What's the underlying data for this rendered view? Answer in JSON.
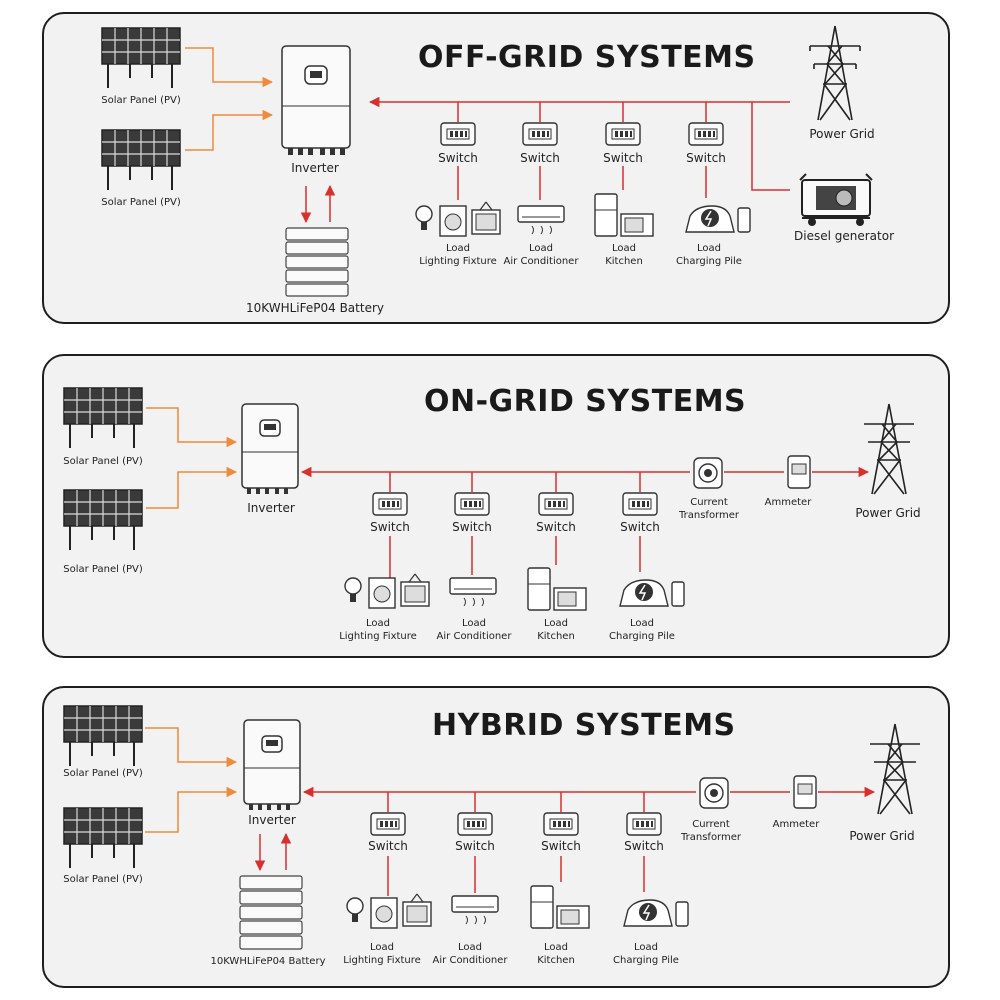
{
  "off_grid": {
    "title": "OFF-GRID SYSTEMS",
    "solar_panel_1": "Solar Panel (PV)",
    "solar_panel_2": "Solar Panel (PV)",
    "inverter": "Inverter",
    "battery": "10KWHLiFeP04 Battery",
    "power_grid": "Power Grid",
    "diesel_generator": "Diesel generator",
    "switches": [
      "Switch",
      "Switch",
      "Switch",
      "Switch"
    ],
    "loads": [
      {
        "title": "Load",
        "name": "Lighting Fixture"
      },
      {
        "title": "Load",
        "name": "Air Conditioner"
      },
      {
        "title": "Load",
        "name": "Kitchen"
      },
      {
        "title": "Load",
        "name": "Charging Pile"
      }
    ]
  },
  "on_grid": {
    "title": "ON-GRID SYSTEMS",
    "solar_panel_1": "Solar Panel (PV)",
    "solar_panel_2": "Solar Panel (PV)",
    "inverter": "Inverter",
    "current_transformer_1": "Current",
    "current_transformer_2": "Transformer",
    "ammeter": "Ammeter",
    "power_grid": "Power Grid",
    "switches": [
      "Switch",
      "Switch",
      "Switch",
      "Switch"
    ],
    "loads": [
      {
        "title": "Load",
        "name": "Lighting Fixture"
      },
      {
        "title": "Load",
        "name": "Air Conditioner"
      },
      {
        "title": "Load",
        "name": "Kitchen"
      },
      {
        "title": "Load",
        "name": "Charging Pile"
      }
    ]
  },
  "hybrid": {
    "title": "HYBRID SYSTEMS",
    "solar_panel_1": "Solar Panel (PV)",
    "solar_panel_2": "Solar Panel (PV)",
    "inverter": "Inverter",
    "battery": "10KWHLiFeP04 Battery",
    "current_transformer_1": "Current",
    "current_transformer_2": "Transformer",
    "ammeter": "Ammeter",
    "power_grid": "Power Grid",
    "switches": [
      "Switch",
      "Switch",
      "Switch",
      "Switch"
    ],
    "loads": [
      {
        "title": "Load",
        "name": "Lighting Fixture"
      },
      {
        "title": "Load",
        "name": "Air Conditioner"
      },
      {
        "title": "Load",
        "name": "Kitchen"
      },
      {
        "title": "Load",
        "name": "Charging Pile"
      }
    ]
  },
  "colors": {
    "ac_bus": "#d9302e",
    "pv_wire": "#f08a3c",
    "outline": "#1e1e1e",
    "panel_bg": "#f2f2f2"
  }
}
